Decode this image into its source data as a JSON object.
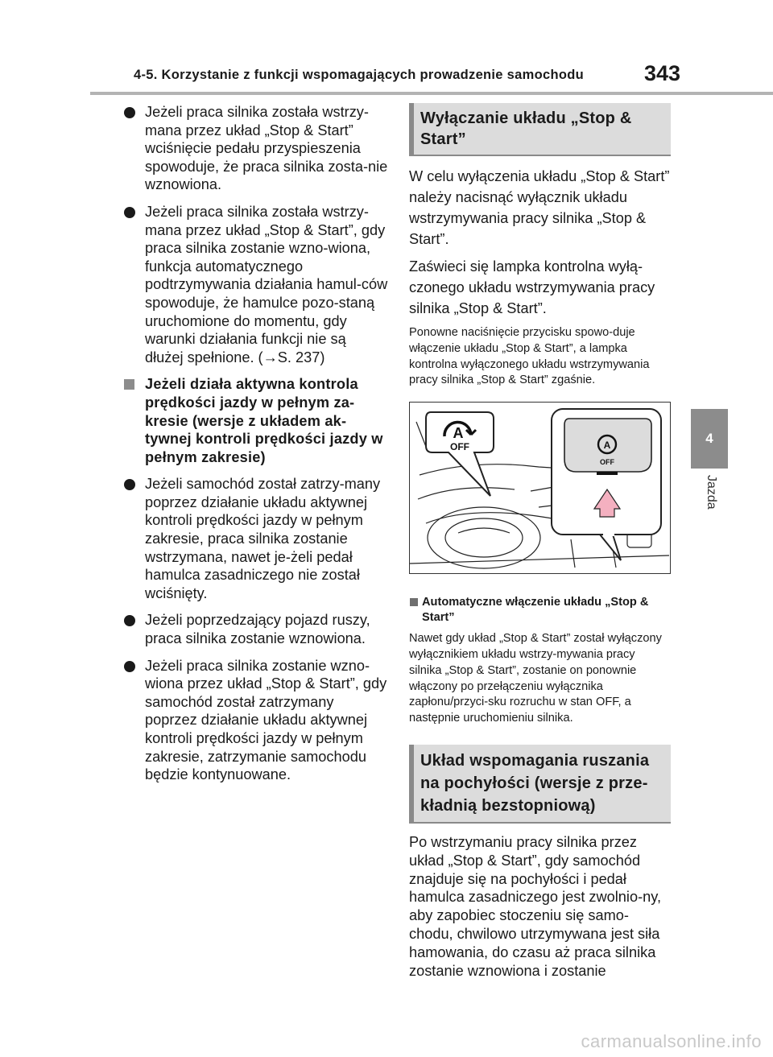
{
  "header": {
    "title": "4-5. Korzystanie z funkcji wspomagających prowadzenie samochodu",
    "page_number": "343"
  },
  "side_tab": {
    "number": "4",
    "label": "Jazda"
  },
  "left_column": {
    "bullets_1": [
      "Jeżeli praca silnika została wstrzy-mana przez układ „Stop & Start” wciśnięcie pedału przyspieszenia spowoduje, że praca silnika zosta-nie wznowiona.",
      "Jeżeli praca silnika została wstrzy-mana przez układ „Stop & Start”, gdy praca silnika zostanie wzno-wiona, funkcja automatycznego podtrzymywania działania hamul-ców spowoduje, że hamulce pozo-staną uruchomione do momentu, gdy warunki działania funkcji nie są dłużej spełnione. (→S. 237)"
    ],
    "subheading": "Jeżeli działa aktywna kontrola prędkości jazdy w pełnym za-kresie (wersje z układem ak-tywnej kontroli prędkości jazdy w pełnym zakresie)",
    "bullets_2": [
      "Jeżeli samochód został zatrzy-many poprzez działanie układu aktywnej kontroli prędkości jazdy w pełnym zakresie, praca silnika zostanie wstrzymana, nawet je-żeli pedał hamulca zasadniczego nie został wciśnięty.",
      "Jeżeli poprzedzający pojazd ruszy, praca silnika zostanie wznowiona.",
      "Jeżeli praca silnika zostanie wzno-wiona przez układ „Stop & Start”, gdy samochód został zatrzymany poprzez działanie układu aktywnej kontroli prędkości jazdy w pełnym zakresie, zatrzymanie samochodu będzie kontynuowane."
    ]
  },
  "right_column": {
    "section1_title": "Wyłączanie układu „Stop & Start”",
    "section1_para1": "W celu wyłączenia układu „Stop & Start” należy nacisnąć wyłącznik układu wstrzymywania pracy silnika „Stop & Start”.",
    "section1_para2": "Zaświeci się lampka kontrolna wyłą-czonego układu wstrzymywania pracy silnika „Stop & Start”.",
    "section1_note": "Ponowne naciśnięcie przycisku spowo-duje włączenie układu „Stop & Start”, a lampka kontrolna wyłączonego układu wstrzymywania pracy silnika „Stop & Start” zgaśnie.",
    "illustration": {
      "callout_left_label": "OFF",
      "callout_right_label": "OFF",
      "icon": "auto-stop-start-icon"
    },
    "auto_subheading": "Automatyczne włączenie układu „Stop & Start”",
    "auto_body": "Nawet gdy układ „Stop & Start” został wyłączony wyłącznikiem układu wstrzy-mywania pracy silnika „Stop & Start”, zostanie on ponownie włączony po przełączeniu wyłącznika zapłonu/przyci-sku rozruchu w stan OFF, a następnie uruchomieniu silnika.",
    "section2_title": "Układ wspomagania ruszania na pochyłości (wersje z prze-kładnią bezstopniową)",
    "section2_body": "Po wstrzymaniu pracy silnika przez układ „Stop & Start”, gdy samochód znajduje się na pochyłości i pedał hamulca zasadniczego jest zwolnio-ny, aby zapobiec stoczeniu się samo-chodu, chwilowo utrzymywana jest siła hamowania, do czasu aż praca silnika zostanie wznowiona i zostanie"
  },
  "watermark": "carmanualsonline.info"
}
